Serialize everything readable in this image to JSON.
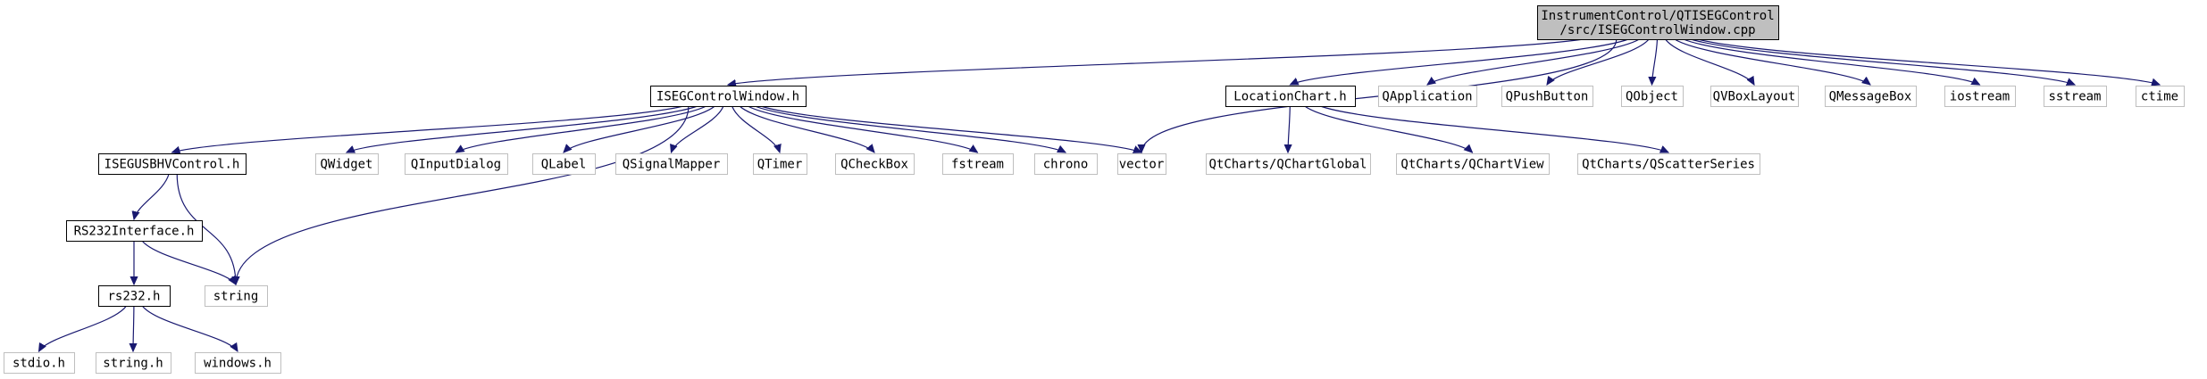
{
  "graph": {
    "colors": {
      "edge": "#191970",
      "root_fill": "#bfbfbf",
      "local_border": "#000000",
      "external_border": "#bfbfbf",
      "text": "#000000"
    },
    "nodes": [
      {
        "id": "root",
        "kind": "root",
        "label_lines": [
          "InstrumentControl/QTISEGControl",
          "/src/ISEGControlWindow.cpp"
        ]
      },
      {
        "id": "isegcw",
        "kind": "local",
        "label_lines": [
          "ISEGControlWindow.h"
        ]
      },
      {
        "id": "vector",
        "kind": "external",
        "label_lines": [
          "vector"
        ]
      },
      {
        "id": "locchart",
        "kind": "local",
        "label_lines": [
          "LocationChart.h"
        ]
      },
      {
        "id": "qapplication",
        "kind": "external",
        "label_lines": [
          "QApplication"
        ]
      },
      {
        "id": "qpushbutton",
        "kind": "external",
        "label_lines": [
          "QPushButton"
        ]
      },
      {
        "id": "qobject",
        "kind": "external",
        "label_lines": [
          "QObject"
        ]
      },
      {
        "id": "qvboxlayout",
        "kind": "external",
        "label_lines": [
          "QVBoxLayout"
        ]
      },
      {
        "id": "qmessagebox",
        "kind": "external",
        "label_lines": [
          "QMessageBox"
        ]
      },
      {
        "id": "iostream",
        "kind": "external",
        "label_lines": [
          "iostream"
        ]
      },
      {
        "id": "sstream",
        "kind": "external",
        "label_lines": [
          "sstream"
        ]
      },
      {
        "id": "ctime",
        "kind": "external",
        "label_lines": [
          "ctime"
        ]
      },
      {
        "id": "isegusb",
        "kind": "local",
        "label_lines": [
          "ISEGUSBHVControl.h"
        ]
      },
      {
        "id": "qwidget",
        "kind": "external",
        "label_lines": [
          "QWidget"
        ]
      },
      {
        "id": "qinputdialog",
        "kind": "external",
        "label_lines": [
          "QInputDialog"
        ]
      },
      {
        "id": "qlabel",
        "kind": "external",
        "label_lines": [
          "QLabel"
        ]
      },
      {
        "id": "qsignalmapper",
        "kind": "external",
        "label_lines": [
          "QSignalMapper"
        ]
      },
      {
        "id": "qtimer",
        "kind": "external",
        "label_lines": [
          "QTimer"
        ]
      },
      {
        "id": "qcheckbox",
        "kind": "external",
        "label_lines": [
          "QCheckBox"
        ]
      },
      {
        "id": "fstream",
        "kind": "external",
        "label_lines": [
          "fstream"
        ]
      },
      {
        "id": "chrono",
        "kind": "external",
        "label_lines": [
          "chrono"
        ]
      },
      {
        "id": "qchartglobal",
        "kind": "external",
        "label_lines": [
          "QtCharts/QChartGlobal"
        ]
      },
      {
        "id": "qchartview",
        "kind": "external",
        "label_lines": [
          "QtCharts/QChartView"
        ]
      },
      {
        "id": "qscatterseries",
        "kind": "external",
        "label_lines": [
          "QtCharts/QScatterSeries"
        ]
      },
      {
        "id": "rs232iface",
        "kind": "local",
        "label_lines": [
          "RS232Interface.h"
        ]
      },
      {
        "id": "string",
        "kind": "external",
        "label_lines": [
          "string"
        ]
      },
      {
        "id": "rs232",
        "kind": "local",
        "label_lines": [
          "rs232.h"
        ]
      },
      {
        "id": "stdio",
        "kind": "external",
        "label_lines": [
          "stdio.h"
        ]
      },
      {
        "id": "stringh",
        "kind": "external",
        "label_lines": [
          "string.h"
        ]
      },
      {
        "id": "windows",
        "kind": "external",
        "label_lines": [
          "windows.h"
        ]
      }
    ],
    "edges": [
      [
        "root",
        "isegcw"
      ],
      [
        "root",
        "vector"
      ],
      [
        "root",
        "locchart"
      ],
      [
        "root",
        "qapplication"
      ],
      [
        "root",
        "qpushbutton"
      ],
      [
        "root",
        "qobject"
      ],
      [
        "root",
        "qvboxlayout"
      ],
      [
        "root",
        "qmessagebox"
      ],
      [
        "root",
        "iostream"
      ],
      [
        "root",
        "sstream"
      ],
      [
        "root",
        "ctime"
      ],
      [
        "isegcw",
        "isegusb"
      ],
      [
        "isegcw",
        "string"
      ],
      [
        "isegcw",
        "qwidget"
      ],
      [
        "isegcw",
        "qinputdialog"
      ],
      [
        "isegcw",
        "qlabel"
      ],
      [
        "isegcw",
        "qsignalmapper"
      ],
      [
        "isegcw",
        "qtimer"
      ],
      [
        "isegcw",
        "qcheckbox"
      ],
      [
        "isegcw",
        "fstream"
      ],
      [
        "isegcw",
        "chrono"
      ],
      [
        "isegcw",
        "vector"
      ],
      [
        "locchart",
        "qchartglobal"
      ],
      [
        "locchart",
        "qchartview"
      ],
      [
        "locchart",
        "qscatterseries"
      ],
      [
        "isegusb",
        "rs232iface"
      ],
      [
        "isegusb",
        "string"
      ],
      [
        "rs232iface",
        "rs232"
      ],
      [
        "rs232iface",
        "string"
      ],
      [
        "rs232",
        "stdio"
      ],
      [
        "rs232",
        "stringh"
      ],
      [
        "rs232",
        "windows"
      ]
    ]
  }
}
